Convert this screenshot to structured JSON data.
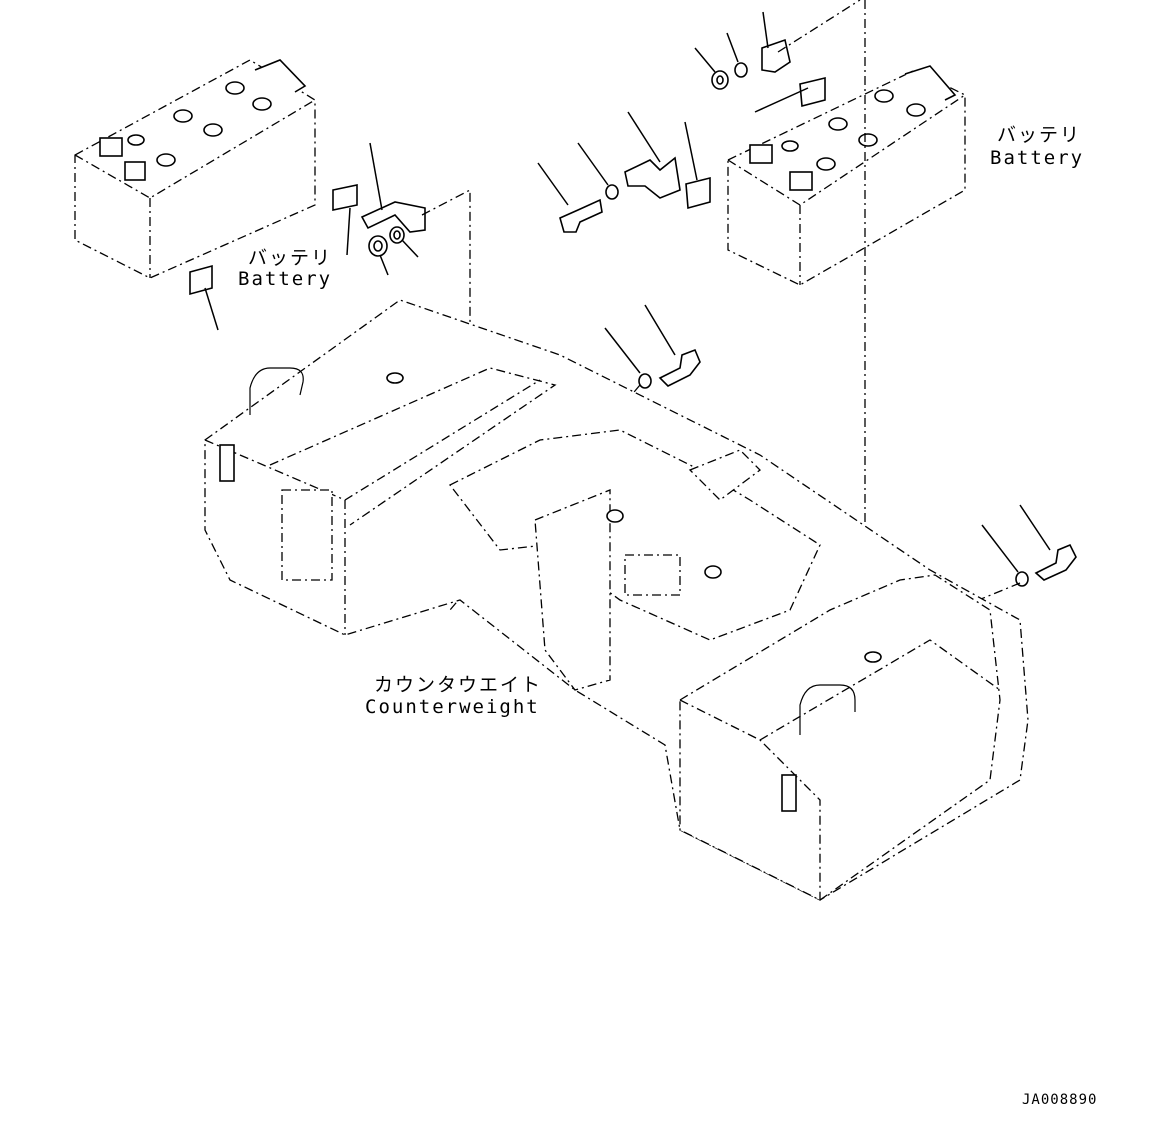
{
  "labels": {
    "battery_left_jp": "バッテリ",
    "battery_left_en": "Battery",
    "battery_right_jp": "バッテリ",
    "battery_right_en": "Battery",
    "counterweight_jp": "カウンタウエイト",
    "counterweight_en": "Counterweight",
    "drawing_code": "JA008890"
  }
}
